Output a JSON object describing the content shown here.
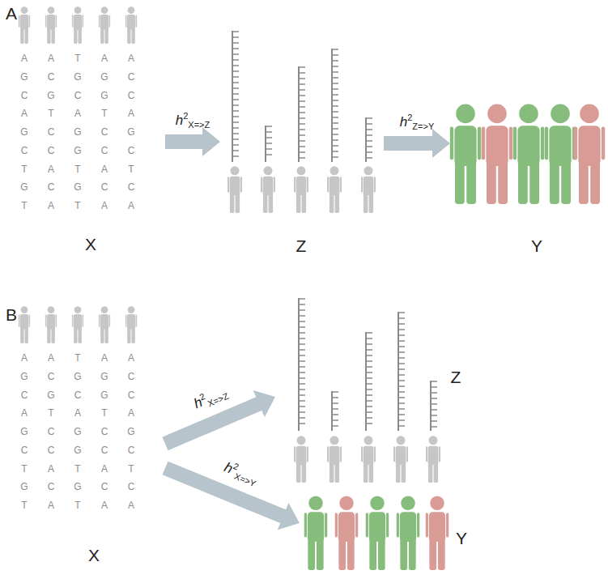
{
  "diagram": {
    "nodes": [
      {
        "text": [
          "X"
        ]
      },
      {
        "text": [
          "Z"
        ]
      },
      {
        "text": [
          "Y"
        ]
      },
      {
        "text": [
          "X"
        ]
      },
      {
        "text": [
          "Z"
        ]
      },
      {
        "text": [
          "Y"
        ]
      }
    ],
    "edges": [
      {
        "from": 0,
        "to": 1,
        "arrow": "to",
        "label": "h2X=>Z"
      },
      {
        "from": 1,
        "to": 2,
        "arrow": "to",
        "label": "h2Z=>Y"
      },
      {
        "from": 3,
        "to": 4,
        "arrow": "to",
        "label": "h2X=>Z"
      },
      {
        "from": 3,
        "to": 5,
        "arrow": "to",
        "label": "h2X=>Y"
      }
    ],
    "labels": [
      "A",
      "A",
      "A",
      "T",
      "A",
      "A",
      "G",
      "C",
      "G",
      "G",
      "C",
      "C",
      "G",
      "C",
      "G",
      "C",
      "A",
      "T",
      "A",
      "T",
      "A",
      "G",
      "C",
      "G",
      "C",
      "G",
      "C",
      "C",
      "G",
      "C",
      "C",
      "T",
      "A",
      "T",
      "A",
      "T",
      "G",
      "C",
      "G",
      "C",
      "C",
      "T",
      "A",
      "T",
      "A",
      "A",
      "B",
      "A",
      "A",
      "T",
      "A",
      "A",
      "G",
      "C",
      "G",
      "G",
      "C",
      "C",
      "G",
      "C",
      "G",
      "C",
      "A",
      "T",
      "A",
      "T",
      "A",
      "G",
      "C",
      "G",
      "C",
      "G",
      "C",
      "C",
      "G",
      "C",
      "C",
      "T",
      "A",
      "T",
      "A",
      "T",
      "G",
      "C",
      "G",
      "C",
      "C",
      "T",
      "A",
      "T",
      "A",
      "A"
    ]
  }
}
